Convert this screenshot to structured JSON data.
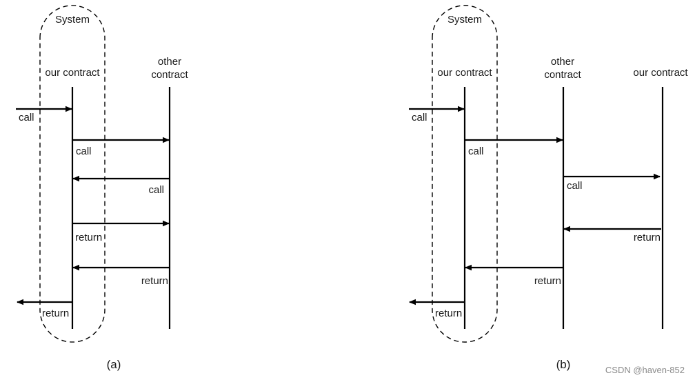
{
  "diagram_a": {
    "caption": "(a)",
    "system_label": "System",
    "lifelines": [
      "our contract",
      "other contract"
    ],
    "messages": [
      {
        "label": "call"
      },
      {
        "label": "call"
      },
      {
        "label": "call"
      },
      {
        "label": "return"
      },
      {
        "label": "return"
      },
      {
        "label": "return"
      }
    ]
  },
  "diagram_b": {
    "caption": "(b)",
    "system_label": "System",
    "lifelines": [
      "our contract",
      "other contract",
      "our contract"
    ],
    "messages": [
      {
        "label": "call"
      },
      {
        "label": "call"
      },
      {
        "label": "call"
      },
      {
        "label": "return"
      },
      {
        "label": "return"
      },
      {
        "label": "return"
      }
    ]
  },
  "watermark": "CSDN @haven-852",
  "colors": {
    "line": "#000000",
    "text": "#1a1a1a",
    "watermark": "#8a8a8a"
  }
}
